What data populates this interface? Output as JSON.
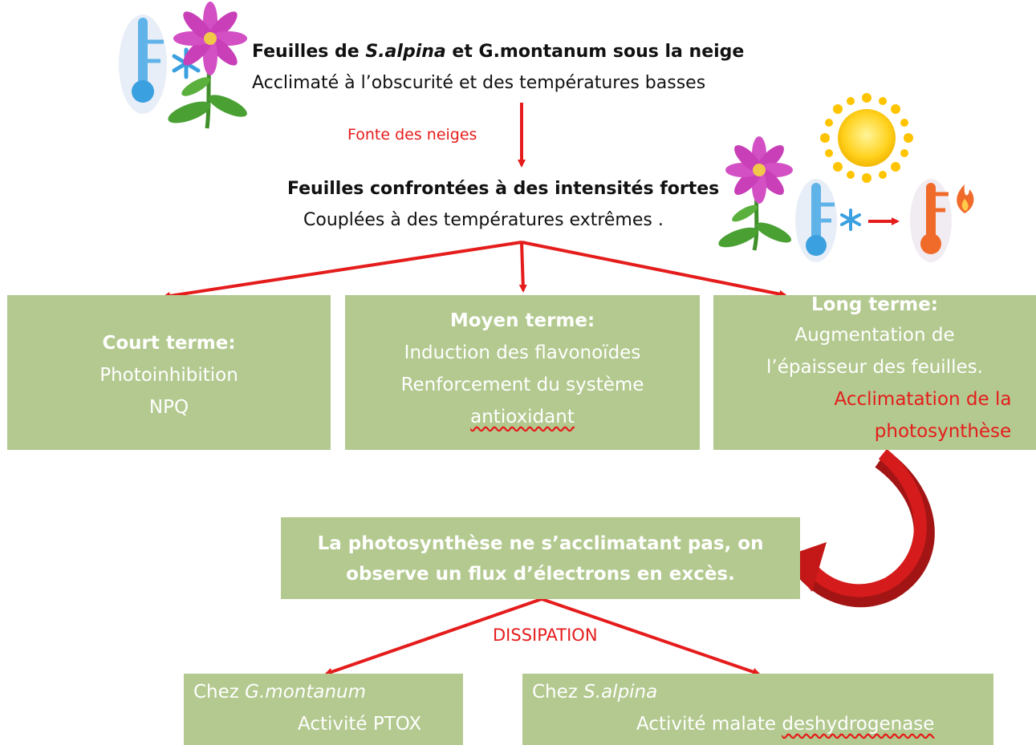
{
  "header": {
    "line1_prefix": "Feuilles de ",
    "line1_species": "S.alpina",
    "line1_suffix": " et G.montanum sous la neige",
    "line2": "Acclimaté à l’obscurité et des températures basses"
  },
  "snowmelt_label": "Fonte des neiges",
  "exposure": {
    "line1": "Feuilles confrontées à des intensités fortes",
    "line2": "Couplées à des températures extrêmes ."
  },
  "short_term": {
    "title": "Court terme:",
    "lines": [
      "Photoinhibition",
      "NPQ"
    ]
  },
  "medium_term": {
    "title": "Moyen terme:",
    "lines": [
      "Induction des flavonoïdes",
      "Renforcement du système",
      "antioxidant"
    ]
  },
  "long_term": {
    "title": "Long terme:",
    "lines": [
      "Augmentation de",
      "l’épaisseur des feuilles."
    ],
    "blocked": [
      "Acclimatation de la",
      "photosynthèse"
    ]
  },
  "excess": {
    "line1": "La photosynthèse ne s’acclimatant pas, on",
    "line2": "observe un flux d’électrons en excès."
  },
  "dissipation_label": "DISSIPATION",
  "gmontanum": {
    "prefix": "Chez ",
    "species": "G.montanum",
    "activity": "Activité PTOX"
  },
  "salpina": {
    "prefix": "Chez ",
    "species": "S.alpina",
    "activity_prefix": "Activité malate ",
    "activity_enzyme": "deshydrogenase"
  },
  "colors": {
    "box_fill": "#b3c98f",
    "arrow_red": "#e51c1c",
    "label_red": "#e51c1c",
    "thermometer_blue": "#3aa0e0",
    "thermometer_orange": "#f06a2a",
    "sun_yellow": "#ffd21f",
    "flower_pink": "#d34fc4"
  },
  "icons": [
    "cold-thermometer-icon",
    "snowflake-icon",
    "flower-icon",
    "sun-icon",
    "hot-thermometer-icon",
    "fire-icon",
    "prohibited-icon"
  ]
}
